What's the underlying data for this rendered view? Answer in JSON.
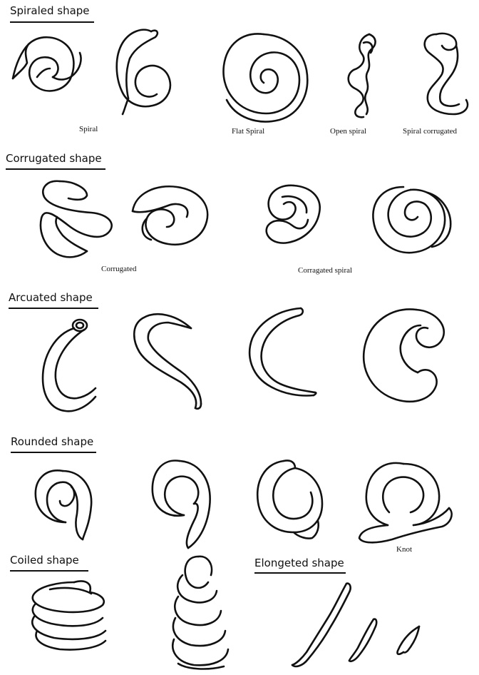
{
  "sections": {
    "spiraled": {
      "title": "Spiraled shape"
    },
    "corrugated": {
      "title": "Corrugated shape"
    },
    "arcuated": {
      "title": "Arcuated shape"
    },
    "rounded": {
      "title": "Rounded shape"
    },
    "coiled": {
      "title": "Coiled shape"
    },
    "elongated": {
      "title": "Elongeted shape"
    }
  },
  "captions": {
    "spiral": "Spiral",
    "flat_spiral": "Flat Spiral",
    "open_spiral": "Open spiral",
    "spiral_corrugated": "Spiral corrugated",
    "corrugated": "Corrugated",
    "corrugated_spiral": "Corragated spiral",
    "knot": "Knot"
  }
}
